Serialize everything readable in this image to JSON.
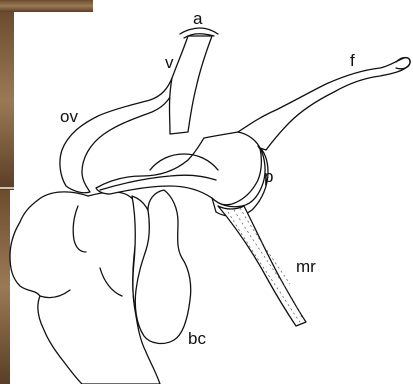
{
  "labels": {
    "a": "a",
    "v": "v",
    "f": "f",
    "ov": "ov",
    "p": "p",
    "mr": "mr",
    "bc": "bc"
  },
  "colors": {
    "background": "#ffffff",
    "ink": "#111111",
    "photo_edge": "#7a5a3a"
  }
}
